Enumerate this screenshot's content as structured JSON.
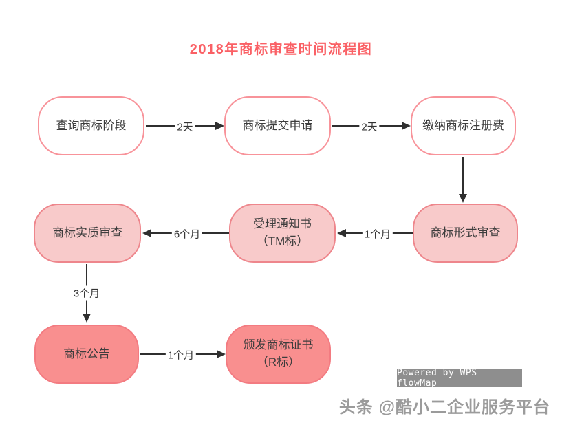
{
  "title": "2018年商标审查时间流程图",
  "colors": {
    "title": "#fa6065",
    "row1_fill": "#ffffff",
    "row1_border": "#f8939a",
    "row2_fill": "#f8caca",
    "row2_border": "#ee868c",
    "row3_fill": "#f98f8f",
    "row3_border": "#f37b81",
    "line": "#2f2f2f",
    "powered_bg": "#8e8e8e",
    "watermark": "#9b9b9b"
  },
  "nodes": [
    {
      "id": "query",
      "label": "查询商标阶段",
      "stage": "start"
    },
    {
      "id": "submit",
      "label": "商标提交申请",
      "stage": "start"
    },
    {
      "id": "pay",
      "label": "缴纳商标注册费",
      "stage": "start"
    },
    {
      "id": "formal",
      "label": "商标形式审查",
      "stage": "mid"
    },
    {
      "id": "notice",
      "label": "受理通知书\n（TM标）",
      "stage": "mid"
    },
    {
      "id": "subst",
      "label": "商标实质审查",
      "stage": "mid"
    },
    {
      "id": "pub",
      "label": "商标公告",
      "stage": "end"
    },
    {
      "id": "cert",
      "label": "颁发商标证书\n（R标）",
      "stage": "end"
    }
  ],
  "edges": [
    {
      "from": "query",
      "to": "submit",
      "label": "2天"
    },
    {
      "from": "submit",
      "to": "pay",
      "label": "2天"
    },
    {
      "from": "pay",
      "to": "formal",
      "label": ""
    },
    {
      "from": "formal",
      "to": "notice",
      "label": "1个月"
    },
    {
      "from": "notice",
      "to": "subst",
      "label": "6个月"
    },
    {
      "from": "subst",
      "to": "pub",
      "label": "3个月"
    },
    {
      "from": "pub",
      "to": "cert",
      "label": "1个月"
    }
  ],
  "powered_by": "Powered by WPS flowMap",
  "watermark": "头条 @酷小二企业服务平台"
}
